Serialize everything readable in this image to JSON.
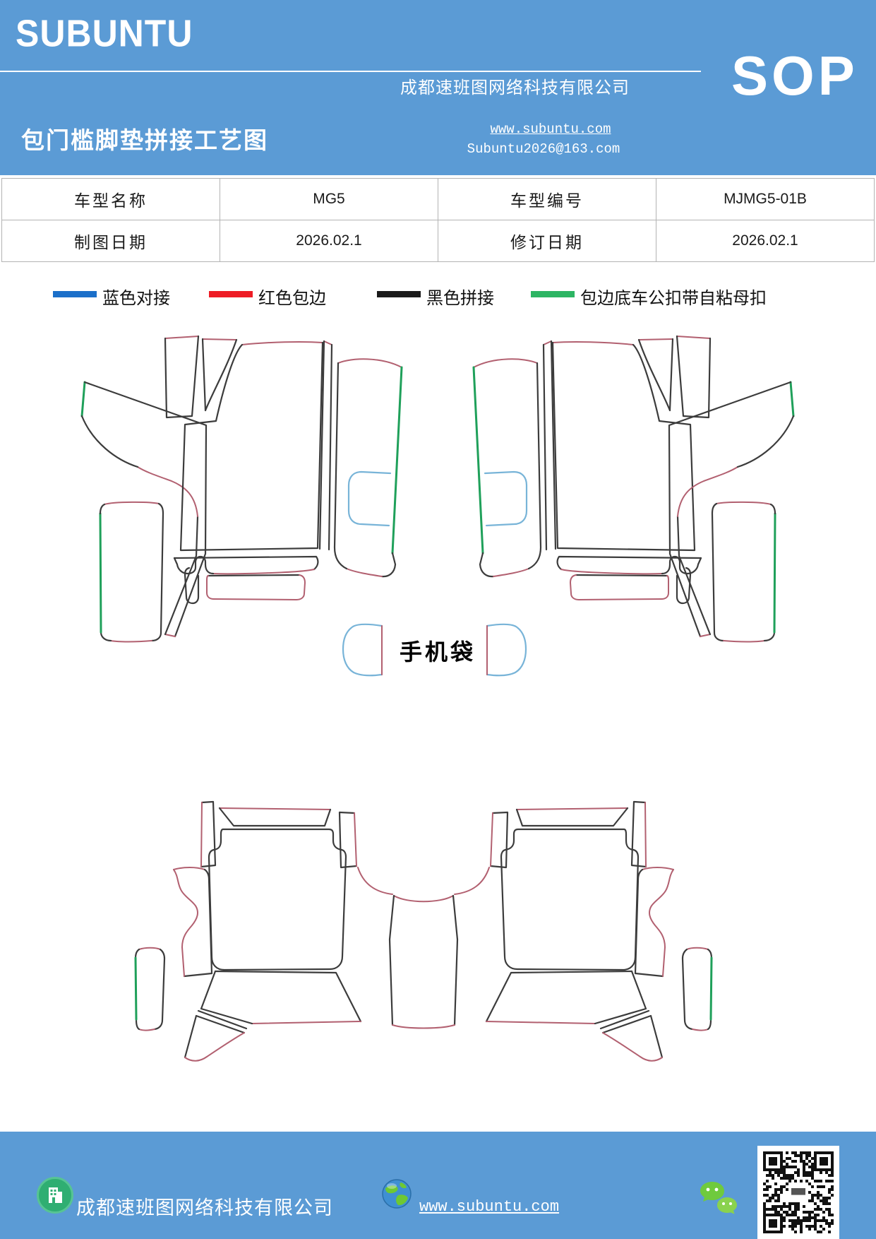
{
  "header": {
    "brand": "SUBUNTU",
    "title": "包门槛脚垫拼接工艺图",
    "company": "成都速班图网络科技有限公司",
    "website": "www.subuntu.com",
    "email": "Subuntu2026@163.com",
    "doc_type": "SOP",
    "bg_color": "#5b9bd5"
  },
  "info_table": {
    "rows": [
      [
        "车型名称",
        "MG5",
        "车型编号",
        "MJMG5-01B"
      ],
      [
        "制图日期",
        "2026.02.1",
        "修订日期",
        "2026.02.1"
      ]
    ]
  },
  "legend": {
    "items": [
      {
        "label": "蓝色对接",
        "color": "#1b6fc9"
      },
      {
        "label": "红色包边",
        "color": "#ee1c25"
      },
      {
        "label": "黑色拼接",
        "color": "#1a1a1a"
      },
      {
        "label": "包边底车公扣带自粘母扣",
        "color": "#2db563"
      }
    ]
  },
  "diagram": {
    "phone_pocket_label": "手机袋",
    "colors": {
      "outline": "#3c3c3c",
      "edge_red": "#b26070",
      "edge_green": "#1fa05a",
      "pocket_blue": "#78b4d8"
    }
  },
  "footer": {
    "company": "成都速班图网络科技有限公司",
    "website": "www.subuntu.com",
    "bg_color": "#5b9bd5"
  }
}
